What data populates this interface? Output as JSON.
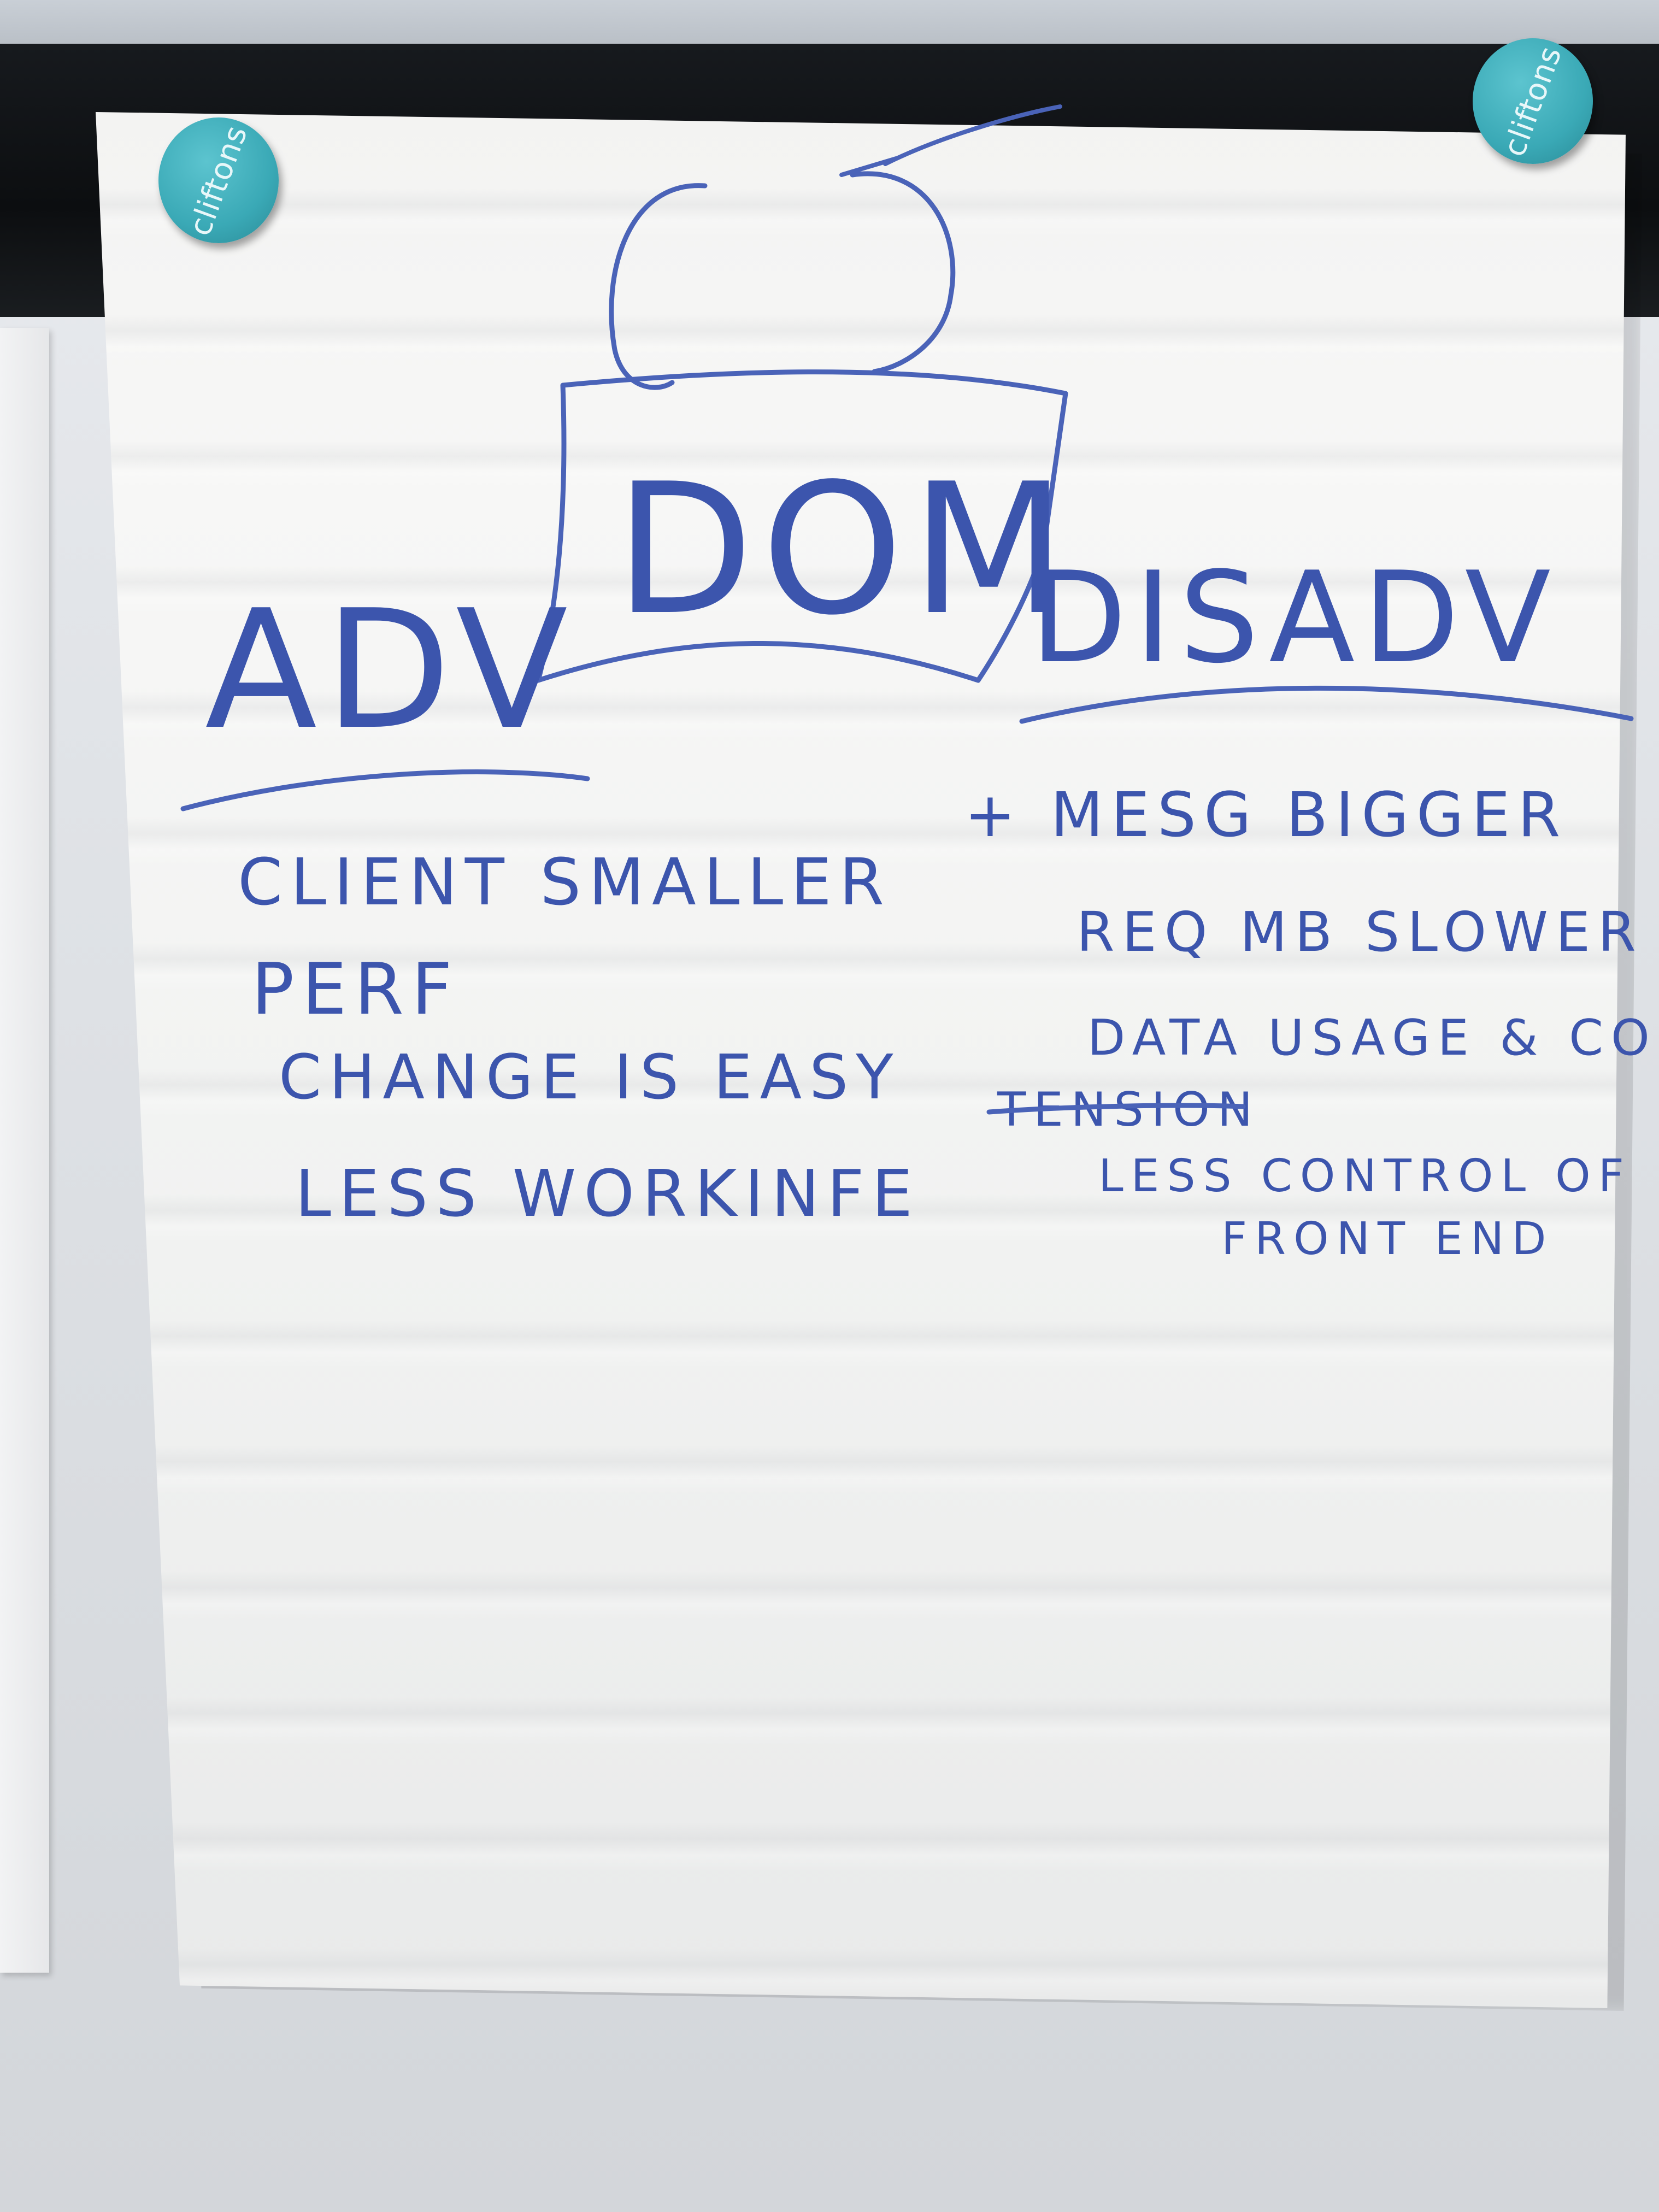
{
  "magnets": {
    "left_label": "cliftons",
    "right_label": "cliftons"
  },
  "flipchart": {
    "center_title": "DOM",
    "left_column": {
      "heading": "ADV",
      "items": [
        "CLIENT SMALLER",
        "PERF",
        "CHANGE IS EASY",
        "LESS WORKINFE"
      ]
    },
    "right_column": {
      "heading": "DISADV",
      "items": [
        "+ MESG BIGGER",
        "REQ MB SLOWER",
        "DATA USAGE & COST",
        "TENSION",
        "LESS CONTROL OF",
        "FRONT END"
      ]
    }
  },
  "colors": {
    "marker": "#4a63b8",
    "magnet": "#3aa9b6"
  }
}
